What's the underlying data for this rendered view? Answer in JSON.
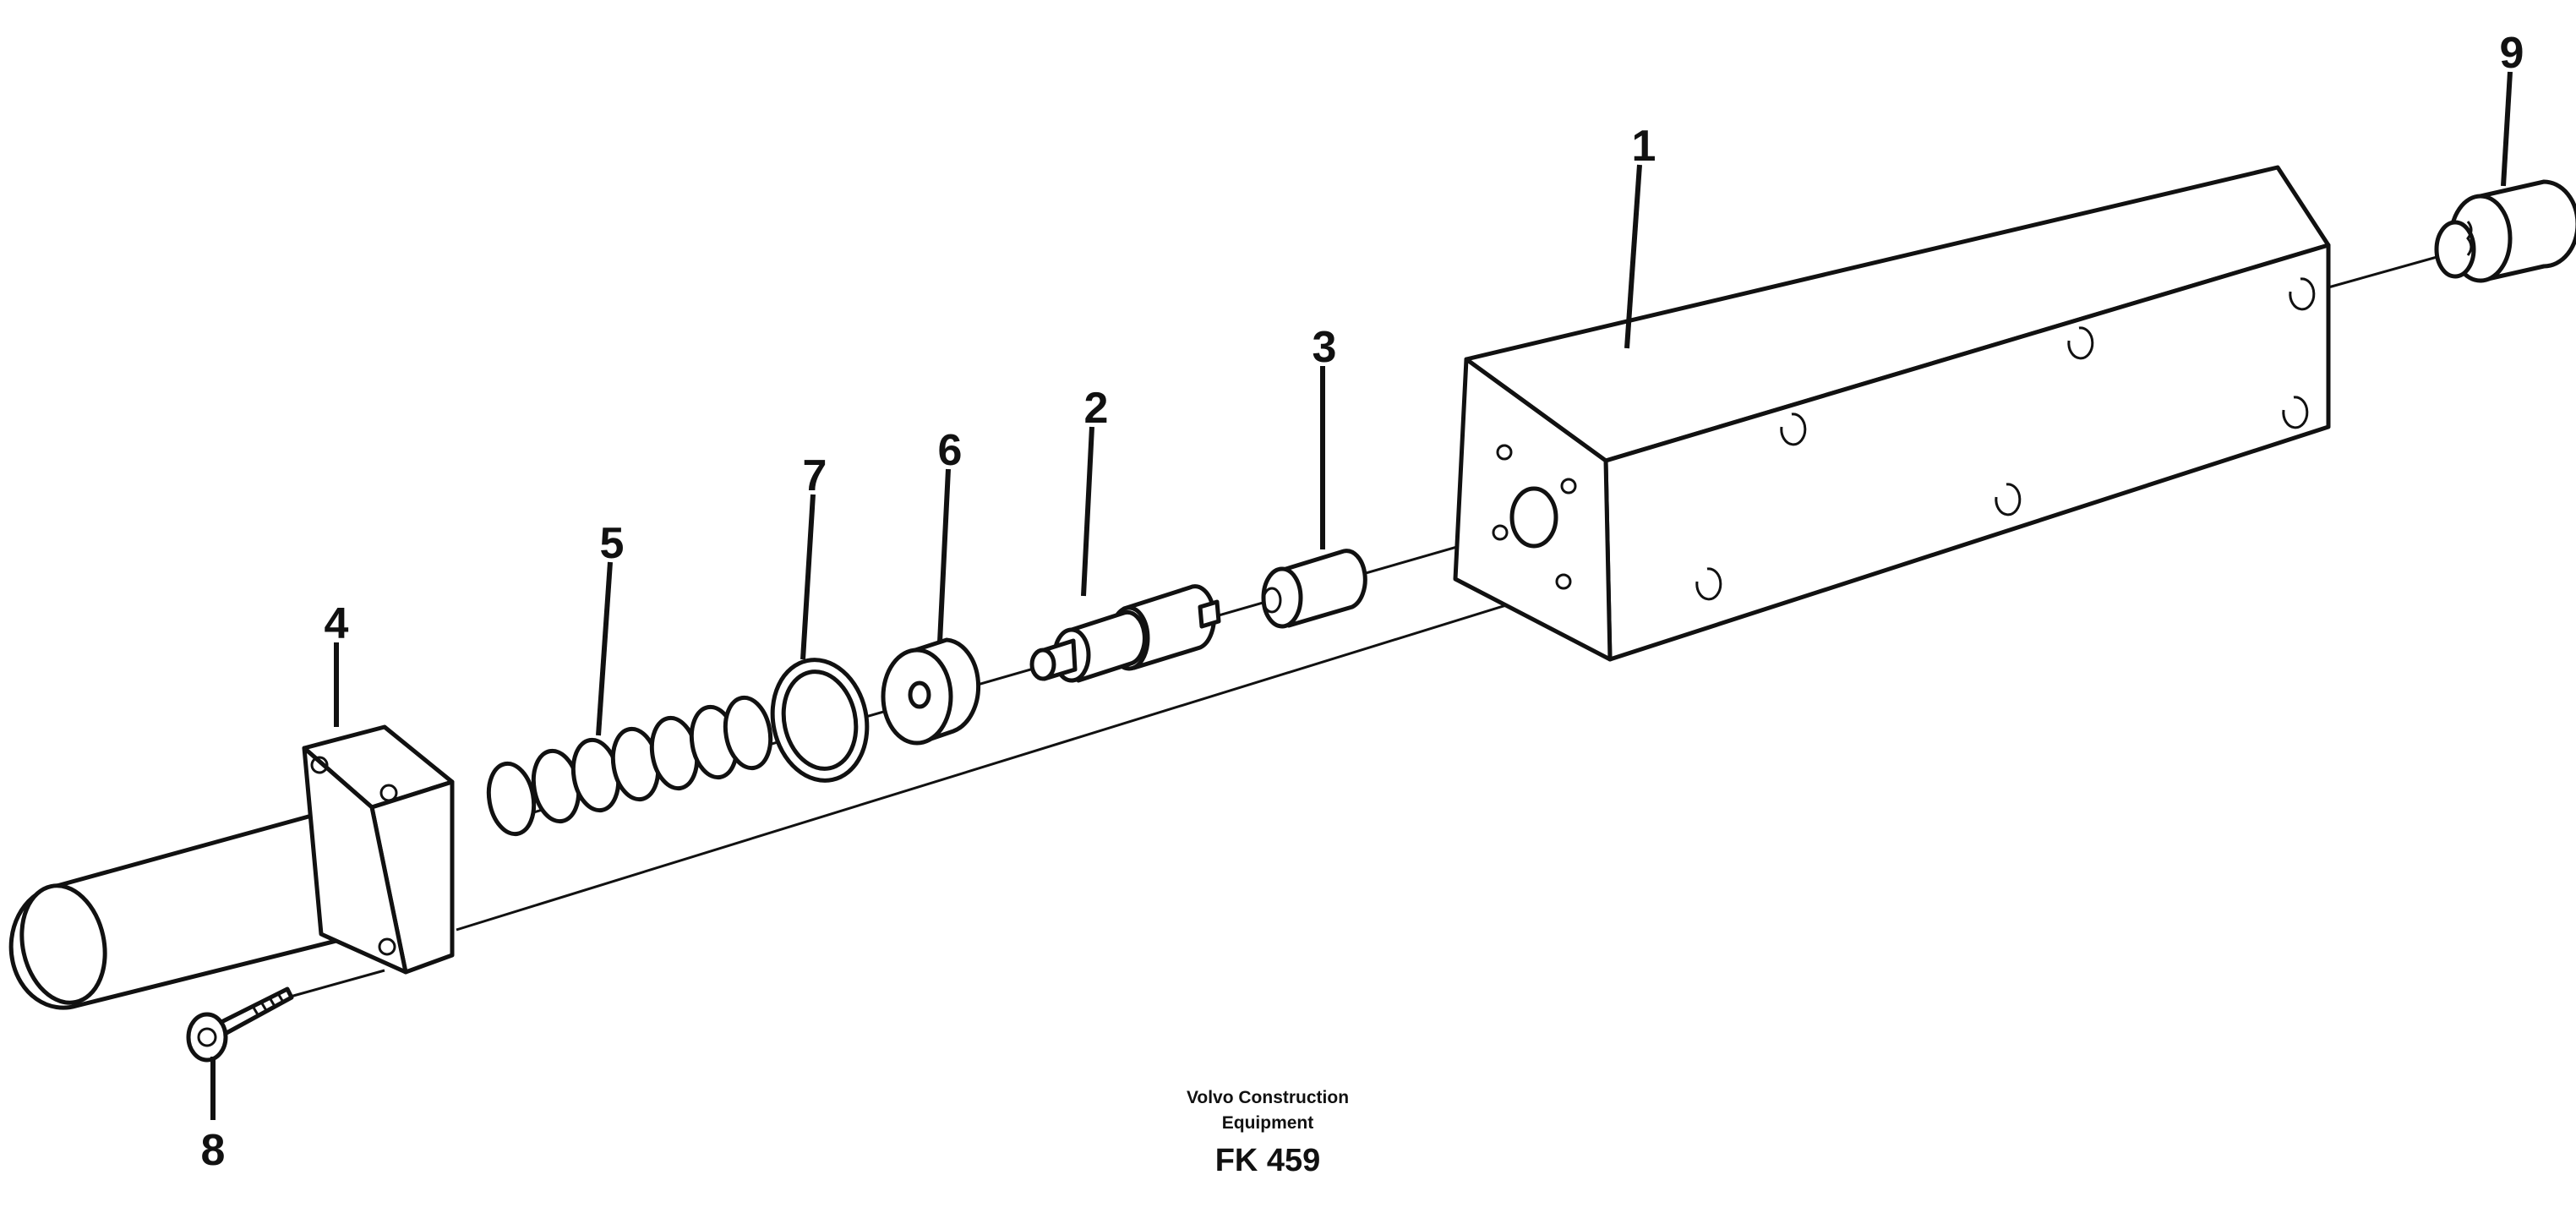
{
  "diagram": {
    "callouts": [
      {
        "id": "1",
        "label": "1"
      },
      {
        "id": "2",
        "label": "2"
      },
      {
        "id": "3",
        "label": "3"
      },
      {
        "id": "4",
        "label": "4"
      },
      {
        "id": "5",
        "label": "5"
      },
      {
        "id": "6",
        "label": "6"
      },
      {
        "id": "7",
        "label": "7"
      },
      {
        "id": "8",
        "label": "8"
      },
      {
        "id": "9",
        "label": "9"
      }
    ],
    "caption": {
      "line1": "Volvo Construction",
      "line2": "Equipment",
      "code": "FK 459"
    }
  }
}
